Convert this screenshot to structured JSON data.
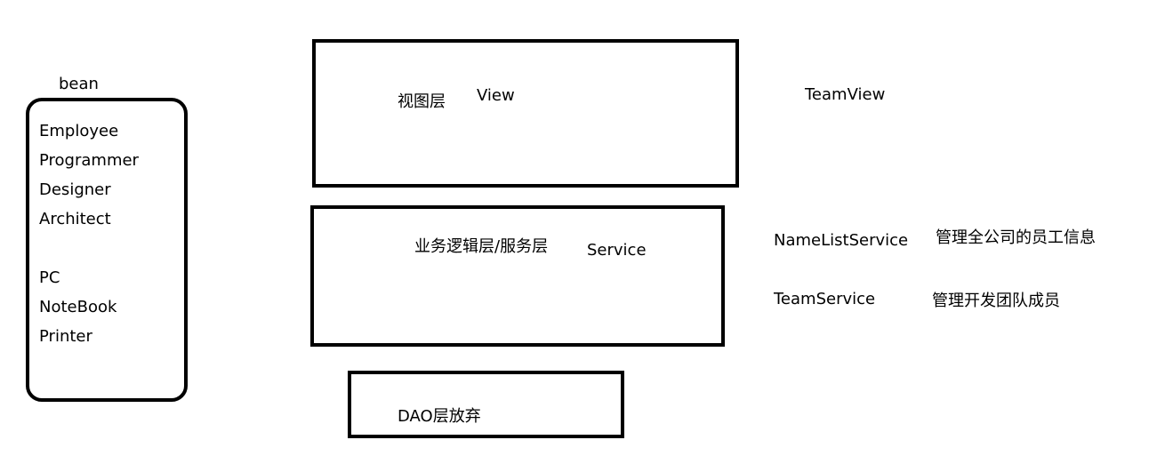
{
  "bean": {
    "title": "bean",
    "items": [
      "Employee",
      "Programmer",
      "Designer",
      "Architect",
      "PC",
      "NoteBook",
      "Printer"
    ]
  },
  "view_layer": {
    "label_cn": "视图层",
    "label_en": "View",
    "class_name": "TeamView"
  },
  "service_layer": {
    "label_cn": "业务逻辑层/服务层",
    "label_en": "Service",
    "classes": [
      {
        "name": "NameListService",
        "desc": "管理全公司的员工信息"
      },
      {
        "name": "TeamService",
        "desc": "管理开发团队成员"
      }
    ]
  },
  "dao_layer": {
    "label": "DAO层放弃"
  }
}
